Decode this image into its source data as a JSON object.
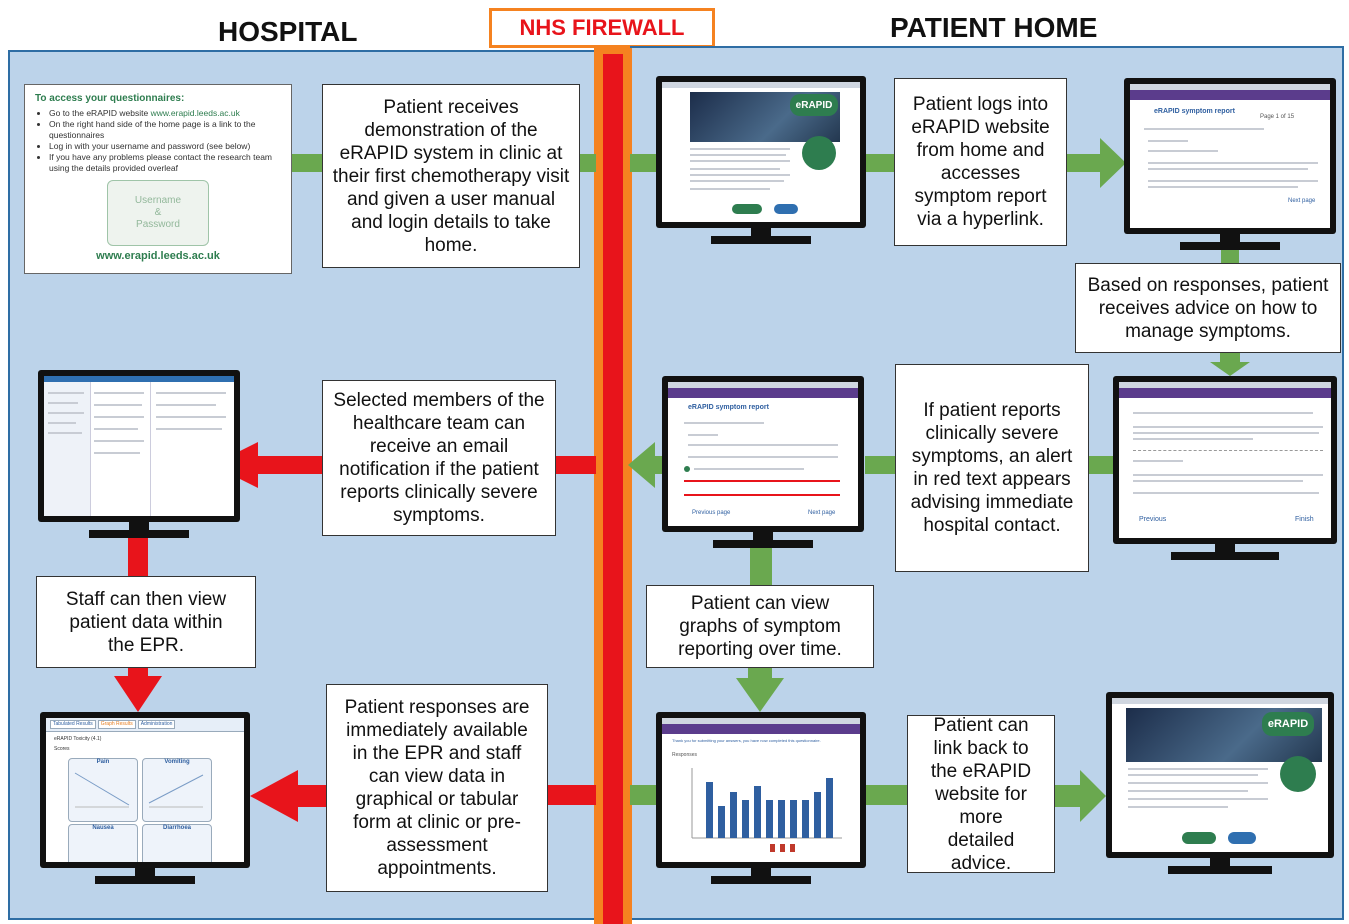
{
  "headings": {
    "hospital": "HOSPITAL",
    "firewall": "NHS FIREWALL",
    "patient_home": "PATIENT HOME"
  },
  "colors": {
    "panel": "#bcd3ea",
    "firewall_orange": "#f58220",
    "firewall_red": "#e8141b",
    "arrow_green": "#6aa84f",
    "arrow_red": "#e8141b",
    "card_green": "#2e7d4f"
  },
  "card": {
    "title": "To access your questionnaires:",
    "bullets": [
      "Go to the eRAPID website ",
      "On the right hand side of the home page is a link to the questionnaires",
      "Log in with your username and password (see below)",
      "If you have any problems please contact the research team using the details provided overleaf"
    ],
    "website_inline": "www.erapid.leeds.ac.uk",
    "credentials_line1": "Username",
    "credentials_line2": "&",
    "credentials_line3": "Password",
    "url": "www.erapid.leeds.ac.uk"
  },
  "boxes": {
    "demo": "Patient receives demonstration of the eRAPID system in clinic at their first chemotherapy visit and given a user manual and login details to take home.",
    "login": "Patient logs into eRAPID website from home and accesses symptom report via a hyperlink.",
    "advice": "Based on responses, patient receives advice on how to manage symptoms.",
    "alert": "If patient reports clinically severe symptoms, an alert in red text appears advising immediate hospital contact.",
    "email": "Selected members of the healthcare team can receive an email notification if the patient reports clinically severe symptoms.",
    "staff_view": "Staff can then view patient data within the EPR.",
    "graphs": "Patient can view graphs of symptom reporting over time.",
    "epr": "Patient responses are immediately available in the EPR and staff can view data in graphical or tabular form at clinic or pre-assessment appointments.",
    "link_back": "Patient can link back to the eRAPID website for more detailed advice."
  },
  "screens": {
    "erapid_logo": "eRAPID",
    "symptom_report_title": "eRAPID symptom report",
    "page_indicator": "Page 1 of 15",
    "next_page": "Next page",
    "previous_page": "Previous page",
    "previous": "Previous",
    "finish": "Finish",
    "epr_tabs": [
      "Tabulated Results",
      "Graph Results",
      "Administration"
    ],
    "epr_subtitle": "eRAPID Toxicity (4.1)",
    "epr_scores": "Scores",
    "epr_panels": [
      "Pain",
      "Vomiting",
      "Nausea",
      "Diarrhoea"
    ],
    "graph_title": "Thank you for submitting your answers, you have now completed this questionnaire.",
    "responses_label": "Responses"
  }
}
